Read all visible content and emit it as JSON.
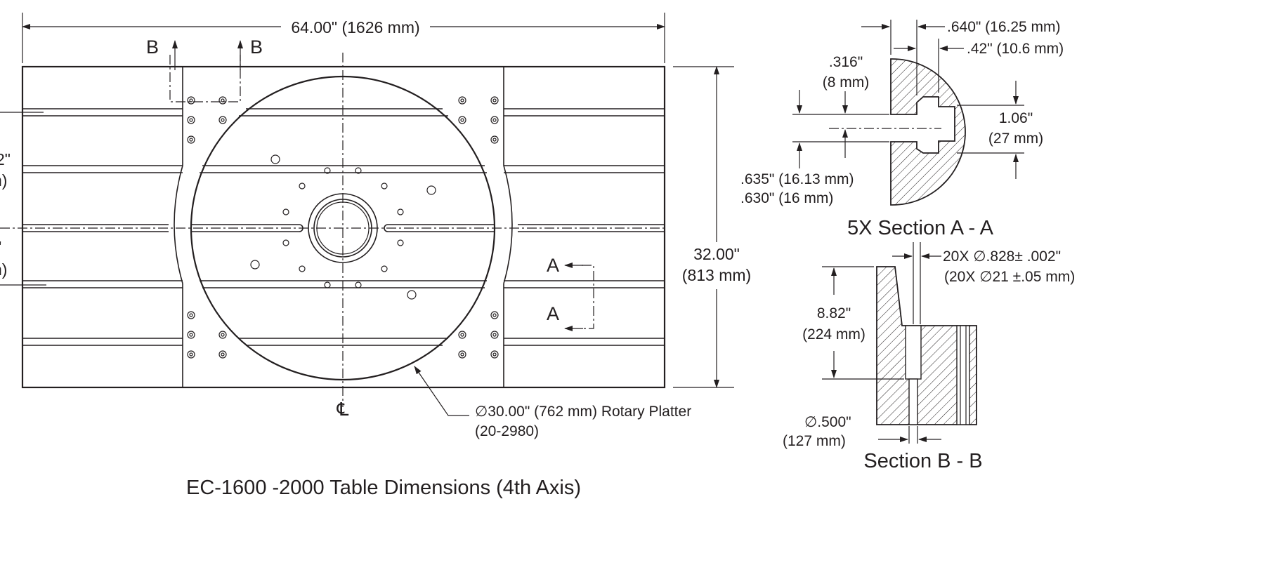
{
  "title": "EC-1600 -2000 Table Dimensions (4th Axis)",
  "dims": {
    "width": "64.00\" (1626 mm)",
    "height_in": "32.00\"",
    "height_mm": "(813 mm)",
    "left_upper_in": "2\"",
    "left_upper_mm": "n)",
    "left_lower_in": "\"",
    "left_lower_mm": "n)"
  },
  "section_markers": {
    "b_left": "B",
    "b_right": "B",
    "a_top": "A",
    "a_bottom": "A"
  },
  "centerline_symbol": "℄",
  "platter": {
    "label": "∅30.00\" (762 mm) Rotary Platter",
    "part": "(20-2980)"
  },
  "section_a": {
    "title": "5X Section A - A",
    "d640": ".640\" (16.25 mm)",
    "d42": ".42\" (10.6 mm)",
    "d316_in": ".316\"",
    "d316_mm": "(8 mm)",
    "d106_in": "1.06\"",
    "d106_mm": "(27 mm)",
    "d635": ".635\" (16.13 mm)",
    "d630": ".630\" (16 mm)"
  },
  "section_b": {
    "title": "Section B - B",
    "hole_in": "20X ∅.828±  .002\"",
    "hole_mm": "(20X ∅21 ±.05 mm)",
    "depth_in": "8.82\"",
    "depth_mm": "(224 mm)",
    "dia_in": "∅.500\"",
    "dia_mm": "(127 mm)"
  }
}
